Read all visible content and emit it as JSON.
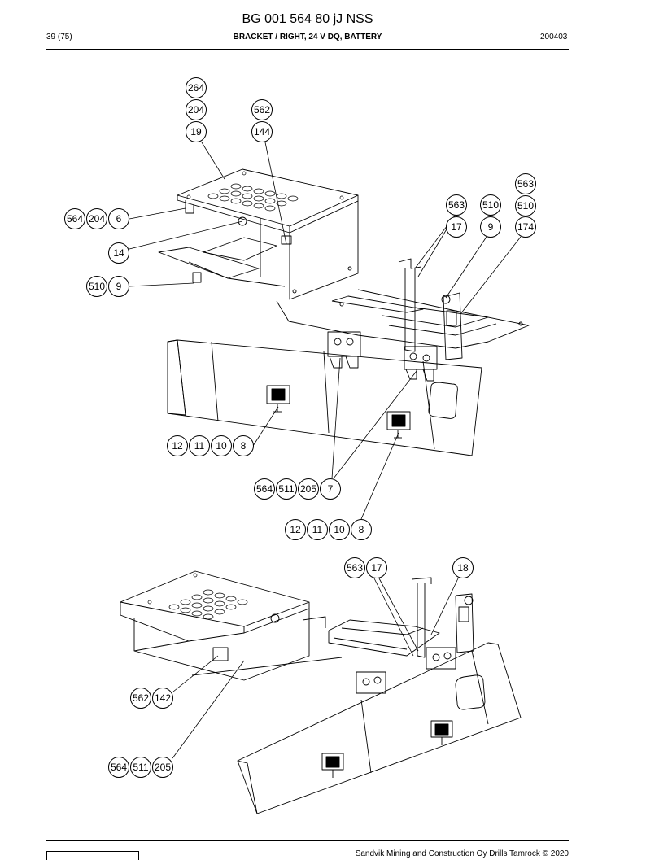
{
  "header": {
    "title": "BG 001 564 80 jJ NSS",
    "page": "39 (75)",
    "subtitle": "BRACKET / RIGHT, 24 V DQ, BATTERY",
    "code": "200403"
  },
  "footer": {
    "text": "Sandvik Mining and Construction Oy Drills Tamrock © 2020"
  },
  "callouts": {
    "c264": "264",
    "c204a": "204",
    "c19": "19",
    "c562a": "562",
    "c144": "144",
    "c564a": "564",
    "c204b": "204",
    "c6": "6",
    "c14": "14",
    "c510a": "510",
    "c9a": "9",
    "c563a": "563",
    "c510b": "510",
    "c563b": "563",
    "c510c": "510",
    "c17a": "17",
    "c9b": "9",
    "c174": "174",
    "c12a": "12",
    "c11a": "11",
    "c10a": "10",
    "c8a": "8",
    "c564b": "564",
    "c511a": "511",
    "c205a": "205",
    "c7": "7",
    "c12b": "12",
    "c11b": "11",
    "c10b": "10",
    "c8b": "8",
    "c563c": "563",
    "c17b": "17",
    "c18": "18",
    "c562b": "562",
    "c142": "142",
    "c564c": "564",
    "c511b": "511",
    "c205b": "205"
  }
}
